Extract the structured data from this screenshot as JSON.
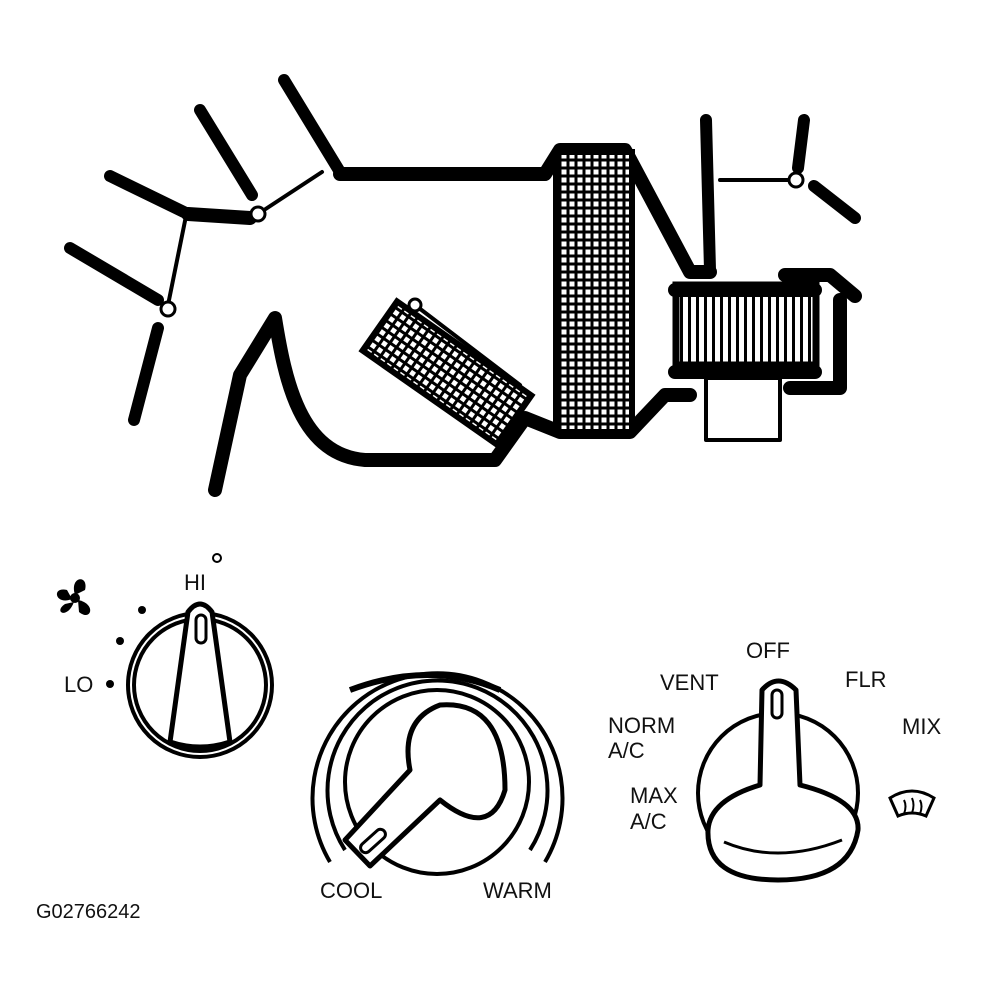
{
  "figure_id": "G02766242",
  "blower_control": {
    "hi_label": "HI",
    "lo_label": "LO",
    "icon": "fan-icon"
  },
  "temperature_control": {
    "cool_label": "COOL",
    "warm_label": "WARM"
  },
  "mode_control": {
    "off_label": "OFF",
    "vent_label": "VENT",
    "flr_label": "FLR",
    "norm_line1": "NORM",
    "norm_line2": "A/C",
    "mix_label": "MIX",
    "max_line1": "MAX",
    "max_line2": "A/C",
    "defrost_icon": "defrost-icon"
  },
  "colors": {
    "ink": "#000000",
    "paper": "#ffffff"
  }
}
